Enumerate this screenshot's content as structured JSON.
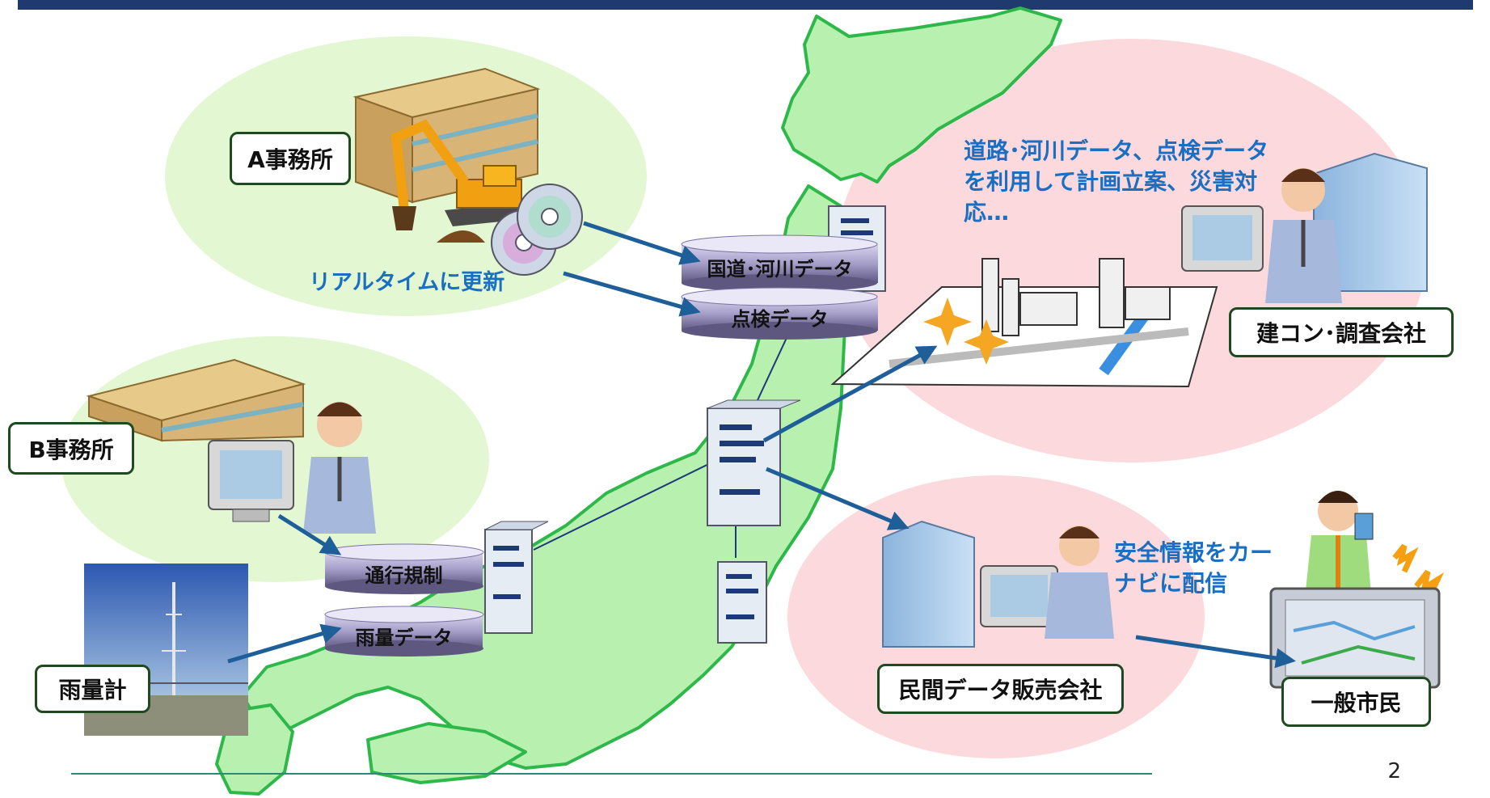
{
  "colors": {
    "header_bar": "#1f3a6e",
    "map_land": "#b8f0b0",
    "map_outline": "#2eb84a",
    "bubble_green": "#e3f7d2",
    "bubble_pink": "#fbd9dc",
    "arrow": "#1f5f99",
    "note_text": "#1a6fc2"
  },
  "offices": {
    "a": "A事務所",
    "b": "B事務所",
    "rain_gauge": "雨量計"
  },
  "notes": {
    "realtime_update": "リアルタイムに更新",
    "planning_line1": "道路･河川データ、点検データ",
    "planning_line2": "を利用して計画立案、災害対",
    "planning_line3": "応…",
    "navi_line1": "安全情報をカー",
    "navi_line2": "ナビに配信"
  },
  "databases": {
    "national_road_river": "国道･河川データ",
    "inspection": "点検データ",
    "traffic_regulation": "通行規制",
    "rainfall": "雨量データ"
  },
  "users": {
    "consultant": "建コン･調査会社",
    "data_vendor": "民間データ販売会社",
    "citizen": "一般市民"
  },
  "icons": {
    "office_building": "office-building-icon",
    "excavator": "excavator-icon",
    "disc": "cd-disc-icon",
    "server": "server-tower-icon",
    "person_pc": "person-at-computer-icon",
    "city_map": "3d-city-map-icon",
    "car_navi": "car-navigation-icon",
    "phone_person": "person-with-phone-icon",
    "rain_tower": "rain-gauge-tower-photo"
  },
  "page_number": "2"
}
